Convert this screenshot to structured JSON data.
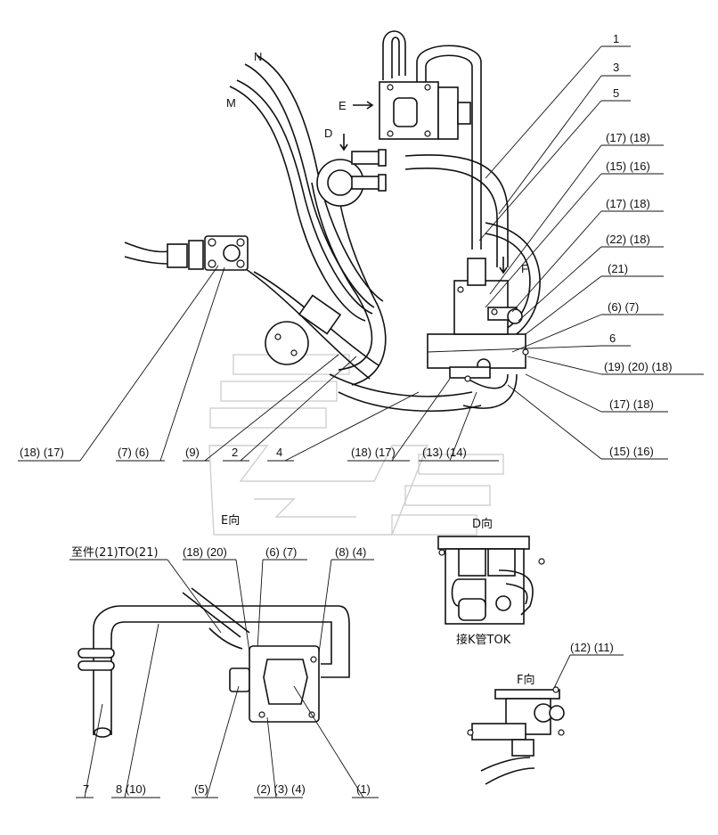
{
  "callouts_top_left": {
    "n": "N",
    "m": "M",
    "e_arrow": "E",
    "d_arrow": "D",
    "f_arrow": "F"
  },
  "callouts_right": [
    "1",
    "3",
    "5",
    "(17) (18)",
    "(15) (16)",
    "(17) (18)",
    "(22) (18)",
    "(21)",
    "(6) (7)",
    "6",
    "(19) (20) (18)",
    "(17) (18)",
    "(15) (16)"
  ],
  "callouts_bottom_main": [
    "(18) (17)",
    "(7) (6)",
    "(9)",
    "2",
    "4",
    "(18) (17)",
    "(13) (14)"
  ],
  "view_e": {
    "title": "E向",
    "top_labels": [
      "至件(21)TO(21)",
      "(18) (20)",
      "(6) (7)",
      "(8) (4)"
    ],
    "bottom_labels": [
      "7",
      "8 (10)",
      "(5)",
      "(2) (3) (4)",
      "(1)"
    ]
  },
  "view_d": {
    "title": "D向",
    "note": "接K管TOK"
  },
  "view_f": {
    "title": "F向",
    "label": "(12) (11)"
  }
}
